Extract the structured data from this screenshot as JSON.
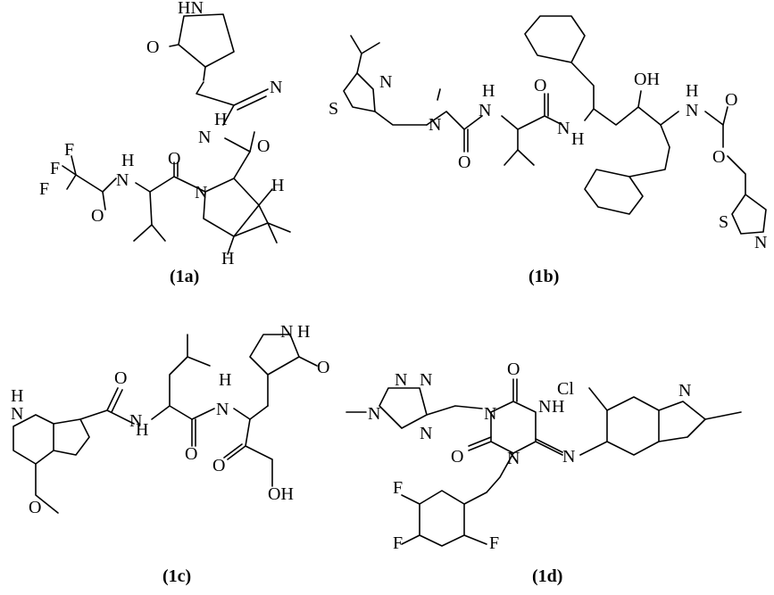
{
  "figure": {
    "panels": [
      {
        "caption": "(1a)",
        "atoms": [
          "HN",
          "O",
          "N",
          "H",
          "N",
          "O",
          "F",
          "F",
          "F",
          "H",
          "N",
          "O",
          "O",
          "N",
          "H",
          "H"
        ]
      },
      {
        "caption": "(1b)",
        "atoms": [
          "S",
          "N",
          "N",
          "H",
          "N",
          "O",
          "O",
          "N",
          "H",
          "OH",
          "H",
          "N",
          "O",
          "O",
          "S",
          "N"
        ]
      },
      {
        "caption": "(1c)",
        "atoms": [
          "H",
          "N",
          "O",
          "H",
          "N",
          "O",
          "H",
          "N",
          "N",
          "H",
          "O",
          "O",
          "OH",
          "O"
        ]
      },
      {
        "caption": "(1d)",
        "atoms": [
          "N",
          "N",
          "N",
          "N",
          "O",
          "N",
          "H",
          "Cl",
          "N",
          "N",
          "O",
          "N",
          "N",
          "F",
          "F",
          "F"
        ]
      }
    ]
  }
}
